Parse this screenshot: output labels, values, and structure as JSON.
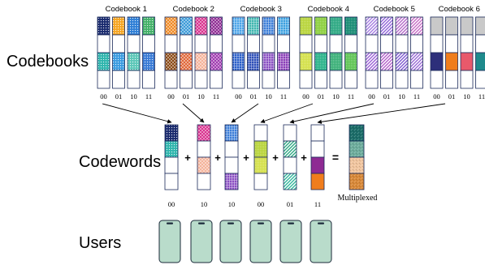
{
  "labels": {
    "codebooks": "Codebooks",
    "codewords": "Codewords",
    "users": "Users",
    "multiplexed": "Multiplexed",
    "plus": "+",
    "equals": "="
  },
  "codebooks": [
    {
      "title": "Codebook 1",
      "codes": [
        "00",
        "01",
        "10",
        "11"
      ],
      "columns": [
        [
          {
            "color": "#1a2b6e",
            "pattern": "dots"
          },
          {
            "color": "#2fb5ad",
            "pattern": "dots"
          }
        ],
        [
          {
            "color": "#f5a623",
            "pattern": "dots"
          },
          {
            "color": "#3a9be0",
            "pattern": "dots"
          }
        ],
        [
          {
            "color": "#2f7fd6",
            "pattern": "dots"
          },
          {
            "color": "#5cc7b8",
            "pattern": "dots"
          }
        ],
        [
          {
            "color": "#43b068",
            "pattern": "dots"
          },
          {
            "color": "#3a7bd5",
            "pattern": "dots"
          }
        ]
      ]
    },
    {
      "title": "Codebook 2",
      "codes": [
        "00",
        "01",
        "10",
        "11"
      ],
      "columns": [
        [
          {
            "color": "#f08a24",
            "pattern": "checker"
          },
          {
            "color": "#8b4a16",
            "pattern": "checker"
          }
        ],
        [
          {
            "color": "#3d9bd8",
            "pattern": "checker"
          },
          {
            "color": "#e0683a",
            "pattern": "checker"
          }
        ],
        [
          {
            "color": "#d9338f",
            "pattern": "checker"
          },
          {
            "color": "#f4b39a",
            "pattern": "checker"
          }
        ],
        [
          {
            "color": "#8e2a93",
            "pattern": "checker"
          },
          {
            "color": "#a03bb0",
            "pattern": "checker"
          }
        ]
      ]
    },
    {
      "title": "Codebook 3",
      "codes": [
        "00",
        "01",
        "10",
        "11"
      ],
      "columns": [
        [
          {
            "color": "#4aa3e8",
            "pattern": "grid"
          },
          {
            "color": "#2b5fc9",
            "pattern": "grid"
          }
        ],
        [
          {
            "color": "#3fb6b0",
            "pattern": "grid"
          },
          {
            "color": "#2e4fb8",
            "pattern": "grid"
          }
        ],
        [
          {
            "color": "#3b7dd8",
            "pattern": "grid"
          },
          {
            "color": "#8a4fc2",
            "pattern": "grid"
          }
        ],
        [
          {
            "color": "#3a9fe0",
            "pattern": "grid"
          },
          {
            "color": "#8b3fb8",
            "pattern": "grid"
          }
        ]
      ]
    },
    {
      "title": "Codebook 4",
      "codes": [
        "00",
        "01",
        "10",
        "11"
      ],
      "columns": [
        [
          {
            "color": "#b8d43a",
            "pattern": "dense"
          },
          {
            "color": "#d4e04a",
            "pattern": "dense"
          }
        ],
        [
          {
            "color": "#8ccf3e",
            "pattern": "dense"
          },
          {
            "color": "#2bb38a",
            "pattern": "dense"
          }
        ],
        [
          {
            "color": "#2ca882",
            "pattern": "dense"
          },
          {
            "color": "#3bb078",
            "pattern": "dense"
          }
        ],
        [
          {
            "color": "#168a72",
            "pattern": "dense"
          },
          {
            "color": "#5fc454",
            "pattern": "dense"
          }
        ]
      ]
    },
    {
      "title": "Codebook 5",
      "codes": [
        "00",
        "01",
        "10",
        "11"
      ],
      "columns": [
        [
          {
            "color": "#a37be0",
            "pattern": "diag"
          },
          {
            "color": "#9a5fd6",
            "pattern": "diag"
          }
        ],
        [
          {
            "color": "#8f63d8",
            "pattern": "diag"
          },
          {
            "color": "#b25ec9",
            "pattern": "diag"
          }
        ],
        [
          {
            "color": "#b368c9",
            "pattern": "diag"
          },
          {
            "color": "#7d58cf",
            "pattern": "diag"
          }
        ],
        [
          {
            "color": "#c66bc4",
            "pattern": "diag"
          },
          {
            "color": "#9868d4",
            "pattern": "diag"
          }
        ]
      ]
    },
    {
      "title": "Codebook 6",
      "codes": [
        "00",
        "01",
        "10",
        "11"
      ],
      "columns": [
        [
          {
            "color": "#c9c9c9",
            "pattern": "solid"
          },
          {
            "color": "#2d2f7a",
            "pattern": "solid"
          }
        ],
        [
          {
            "color": "#c9c9c9",
            "pattern": "solid"
          },
          {
            "color": "#f07d1c",
            "pattern": "solid"
          }
        ],
        [
          {
            "color": "#c9c9c9",
            "pattern": "solid"
          },
          {
            "color": "#e8596b",
            "pattern": "solid"
          }
        ],
        [
          {
            "color": "#c9c9c9",
            "pattern": "solid"
          },
          {
            "color": "#1f8a8c",
            "pattern": "solid"
          }
        ]
      ]
    }
  ],
  "codewords": [
    {
      "code": "00",
      "cells": [
        {
          "color": "#1a2b6e",
          "pattern": "dots"
        },
        {
          "color": "#2fb5ad",
          "pattern": "dots"
        },
        null,
        null
      ]
    },
    {
      "code": "10",
      "cells": [
        {
          "color": "#d9338f",
          "pattern": "checker"
        },
        null,
        {
          "color": "#f4b39a",
          "pattern": "checker"
        },
        null
      ]
    },
    {
      "code": "10",
      "cells": [
        {
          "color": "#3b7dd8",
          "pattern": "grid"
        },
        null,
        null,
        {
          "color": "#8a4fc2",
          "pattern": "grid"
        }
      ]
    },
    {
      "code": "00",
      "cells": [
        null,
        {
          "color": "#b8d43a",
          "pattern": "dense"
        },
        {
          "color": "#d4e04a",
          "pattern": "dense"
        },
        null
      ]
    },
    {
      "code": "01",
      "cells": [
        null,
        {
          "color": "#2ca882",
          "pattern": "diag"
        },
        null,
        {
          "color": "#2fb59a",
          "pattern": "diag"
        }
      ]
    },
    {
      "code": "11",
      "cells": [
        null,
        null,
        {
          "color": "#8e2a93",
          "pattern": "solid"
        },
        {
          "color": "#f07d1c",
          "pattern": "solid"
        }
      ]
    }
  ],
  "multiplexed": {
    "cells": [
      {
        "color": "#1d6e6a",
        "pattern": "noise"
      },
      {
        "color": "#6fae9e",
        "pattern": "noise"
      },
      {
        "color": "#f1c6a0",
        "pattern": "noise"
      },
      {
        "color": "#d98a3a",
        "pattern": "noise"
      }
    ]
  },
  "users": {
    "count": 6,
    "color": "#b9dccb"
  },
  "links": [
    {
      "from_book": 0,
      "to_codeword": 0
    },
    {
      "from_book": 1,
      "to_codeword": 1
    },
    {
      "from_book": 2,
      "to_codeword": 2
    },
    {
      "from_book": 3,
      "to_codeword": 3
    },
    {
      "from_book": 4,
      "to_codeword": 4
    },
    {
      "from_book": 5,
      "to_codeword": 5
    }
  ]
}
